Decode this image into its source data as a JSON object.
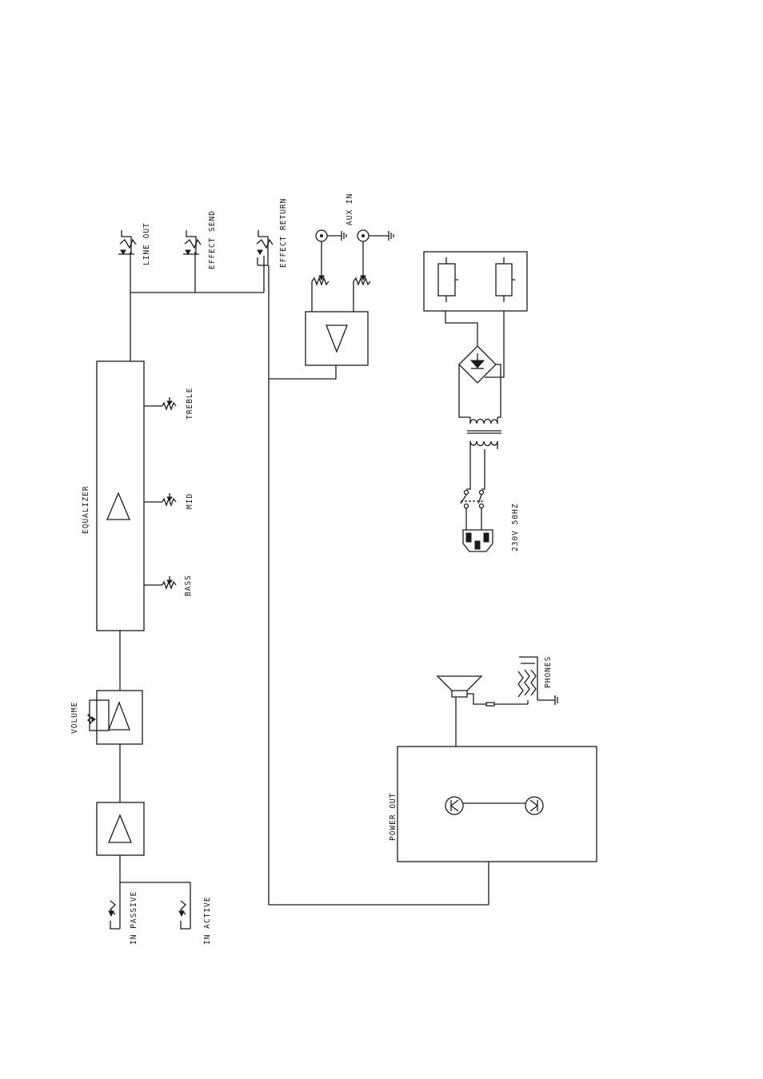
{
  "labels": {
    "line_out": "LINE OUT",
    "effect_send": "EFFECT SEND",
    "effect_return": "EFFECT RETURN",
    "aux_in": "AUX IN",
    "equalizer": "EQUALIZER",
    "treble": "TREBLE",
    "mid": "MID",
    "bass": "BASS",
    "volume": "VOLUME",
    "in_passive": "IN PASSIVE",
    "in_active": "IN ACTIVE",
    "power_out": "POWER OUT",
    "phones": "PHONES",
    "mains": "230V 50HZ"
  }
}
